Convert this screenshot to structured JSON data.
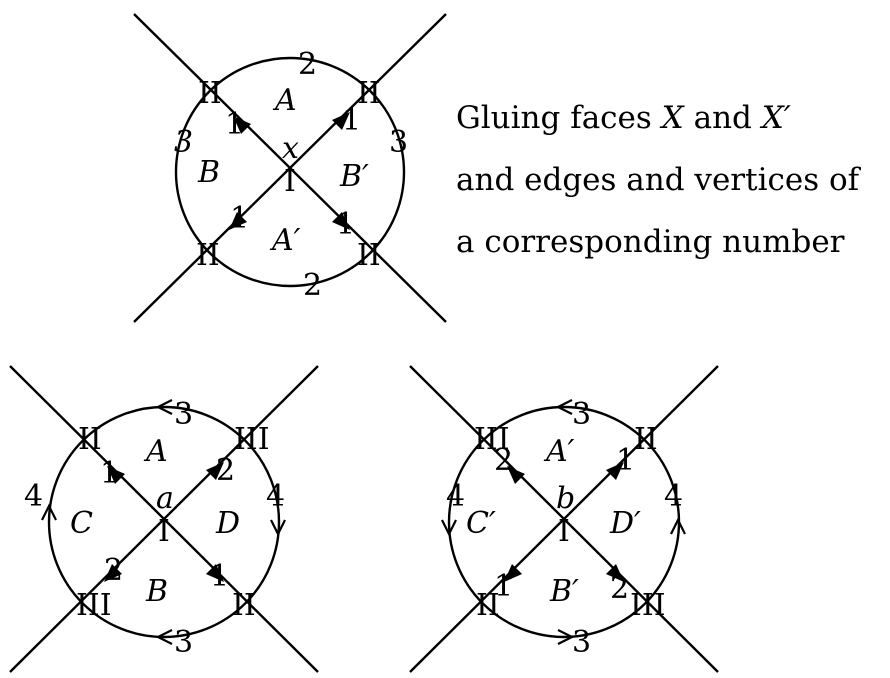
{
  "caption": {
    "line1_prefix": "Gluing faces ",
    "line1_var1": "X",
    "line1_mid": " and ",
    "line1_var2": "X′",
    "line2": "and edges and vertices of",
    "line3": "a corresponding number"
  },
  "top_diagram": {
    "center_label": "x",
    "center_vertex": "I",
    "corner_vertices": [
      "II",
      "II",
      "II",
      "II"
    ],
    "faces": [
      "A",
      "B",
      "A′",
      "B′"
    ],
    "spoke_labels": [
      "1",
      "1",
      "1",
      "1"
    ],
    "arc_labels": [
      "2",
      "3",
      "2",
      "3"
    ]
  },
  "bottom_left_diagram": {
    "center_label": "a",
    "center_vertex": "I",
    "corner_vertices": [
      "II",
      "III",
      "III",
      "II"
    ],
    "faces": [
      "A",
      "C",
      "D",
      "B"
    ],
    "spoke_labels": [
      "1",
      "2",
      "2",
      "1"
    ],
    "arc_labels": [
      "3",
      "4",
      "4",
      "3"
    ]
  },
  "bottom_right_diagram": {
    "center_label": "b",
    "center_vertex": "I",
    "corner_vertices": [
      "III",
      "II",
      "II",
      "III"
    ],
    "faces": [
      "A′",
      "C′",
      "D′",
      "B′"
    ],
    "spoke_labels": [
      "2",
      "1",
      "1",
      "2"
    ],
    "arc_labels": [
      "3",
      "4",
      "4",
      "3"
    ]
  }
}
